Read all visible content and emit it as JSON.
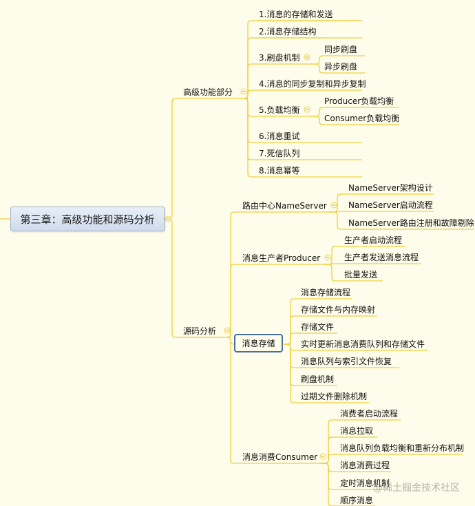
{
  "root": {
    "label": "第三章：高级功能和源码分析"
  },
  "advanced": {
    "label": "高级功能部分",
    "items": [
      {
        "label": "1.消息的存储和发送"
      },
      {
        "label": "2.消息存储结构"
      },
      {
        "label": "3.刷盘机制",
        "children": [
          {
            "label": "同步刷盘"
          },
          {
            "label": "异步刷盘"
          }
        ]
      },
      {
        "label": "4.消息的同步复制和异步复制"
      },
      {
        "label": "5.负载均衡",
        "children": [
          {
            "label": "Producer负载均衡"
          },
          {
            "label": "Consumer负载均衡"
          }
        ]
      },
      {
        "label": "6.消息重试"
      },
      {
        "label": "7.死信队列"
      },
      {
        "label": "8.消息幂等"
      }
    ]
  },
  "source": {
    "label": "源码分析",
    "nameserver": {
      "label": "路由中心NameServer",
      "children": [
        {
          "label": "NameServer架构设计"
        },
        {
          "label": "NameServer启动流程"
        },
        {
          "label": "NameServer路由注册和故障剔除"
        }
      ]
    },
    "producer": {
      "label": "消息生产者Producer",
      "children": [
        {
          "label": "生产者启动流程"
        },
        {
          "label": "生产者发送消息流程"
        },
        {
          "label": "批量发送"
        }
      ]
    },
    "storage": {
      "label": "消息存储",
      "children": [
        {
          "label": "消息存储流程"
        },
        {
          "label": "存储文件与内存映射"
        },
        {
          "label": "存储文件"
        },
        {
          "label": "实时更新消息消费队列和存储文件"
        },
        {
          "label": "消息队列与索引文件恢复"
        },
        {
          "label": "刷盘机制"
        },
        {
          "label": "过期文件删除机制"
        }
      ]
    },
    "consumer": {
      "label": "消息消费Consumer",
      "children": [
        {
          "label": "消费者启动流程"
        },
        {
          "label": "消息拉取"
        },
        {
          "label": "消息队列负载均衡和重新分布机制"
        },
        {
          "label": "消息消费过程"
        },
        {
          "label": "定时消息机制"
        },
        {
          "label": "顺序消息"
        }
      ]
    }
  },
  "watermark": "@稀土掘金技术社区",
  "colors": {
    "line": "#f0cf3c",
    "background": "#fefcea",
    "root_border": "#9fb3cc",
    "selected_border": "#4a6f9c"
  }
}
